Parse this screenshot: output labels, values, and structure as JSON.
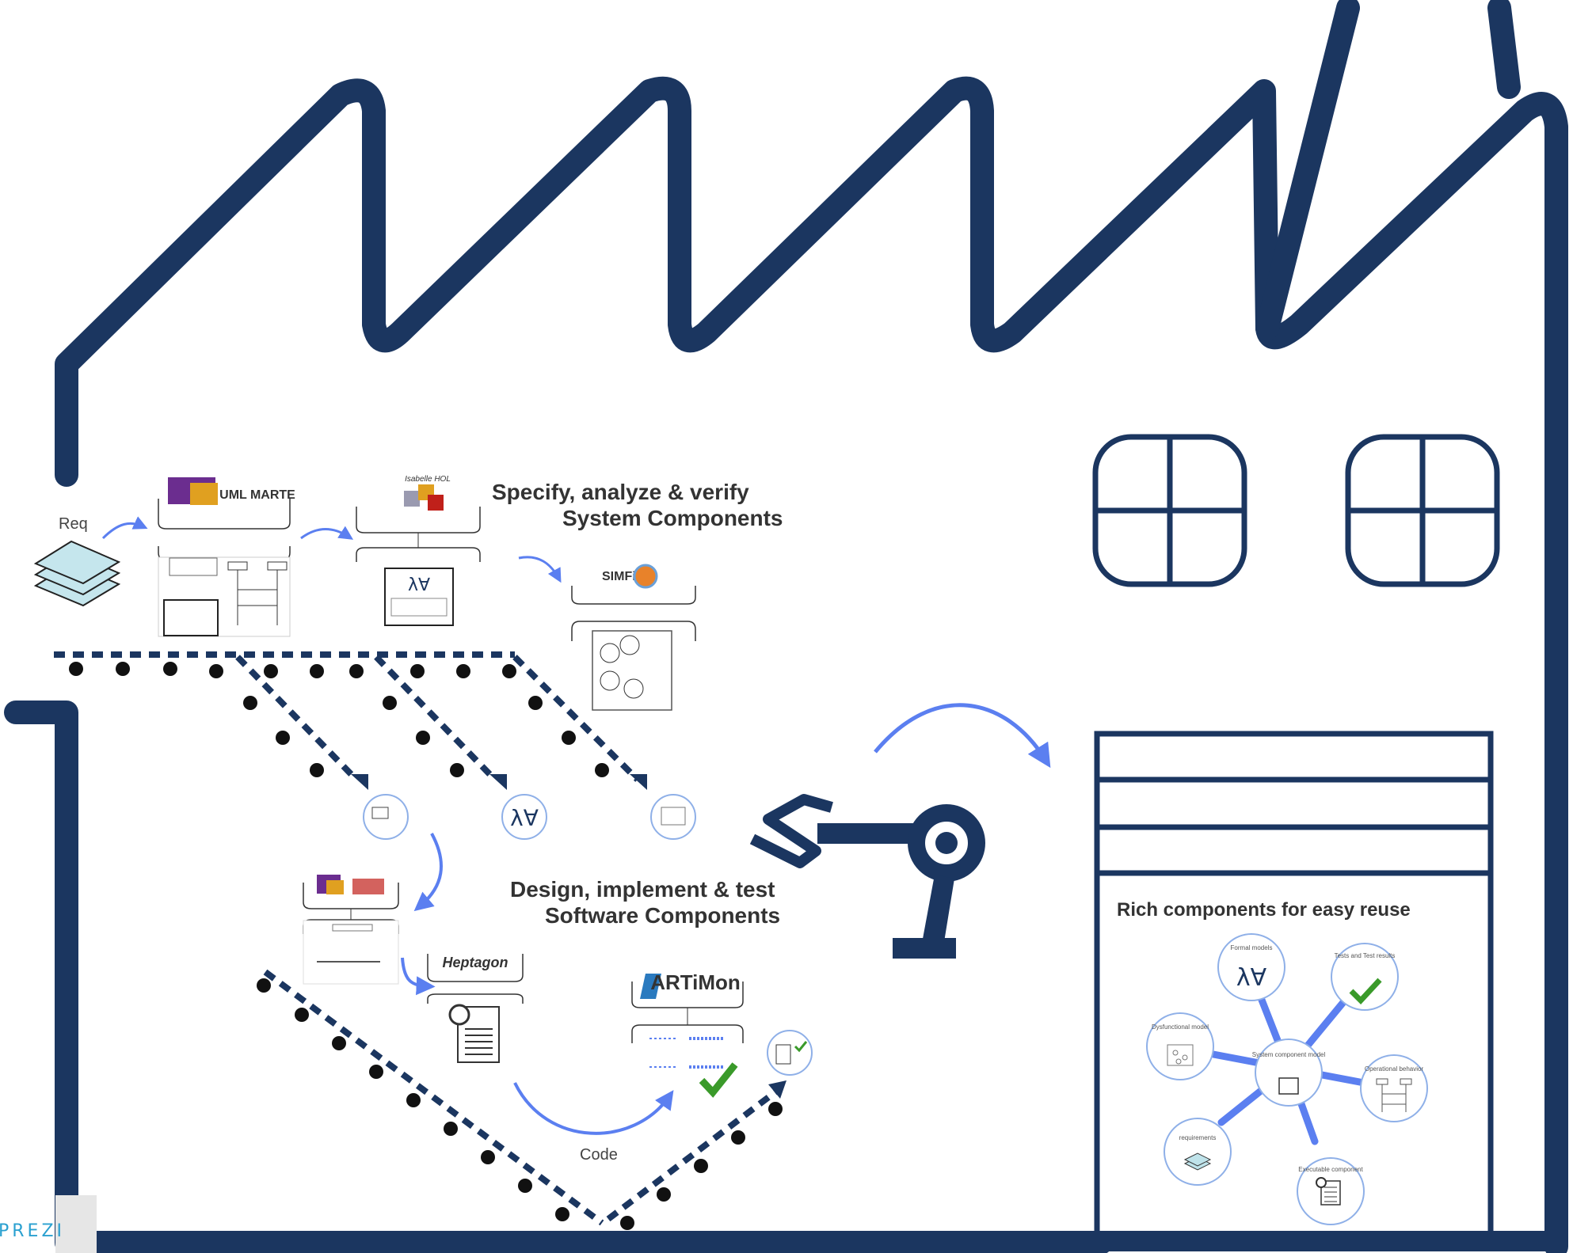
{
  "colors": {
    "navy": "#1b3660",
    "accent_blue": "#5b7ff0",
    "text_dark": "#333333",
    "check_green": "#3a9a2a"
  },
  "labels": {
    "req": "Req",
    "code": "Code",
    "spec_line1": "Specify, analyze & verify",
    "spec_line2": "System Components",
    "design_line1": "Design, implement & test",
    "design_line2": "Software Components",
    "rich_title": "Rich components for easy reuse",
    "heptagon": "Heptagon",
    "artimon": "ARTiMon",
    "simfia": "SIMFia",
    "isabelle": "Isabelle HOL",
    "uml_marte": "UML MARTE",
    "prezi": "PREZI"
  },
  "hub": {
    "center": "System component model",
    "nodes": [
      {
        "label": "Formal models",
        "icon": "lambda-icon"
      },
      {
        "label": "Tests and Test results",
        "icon": "checkmark-icon"
      },
      {
        "label": "Operational behavior",
        "icon": "sequence-diagram-icon"
      },
      {
        "label": "Executable component",
        "icon": "document-gear-icon"
      },
      {
        "label": "requirements",
        "icon": "stack-icon"
      },
      {
        "label": "Dysfunctional model",
        "icon": "graph-icon"
      }
    ]
  }
}
